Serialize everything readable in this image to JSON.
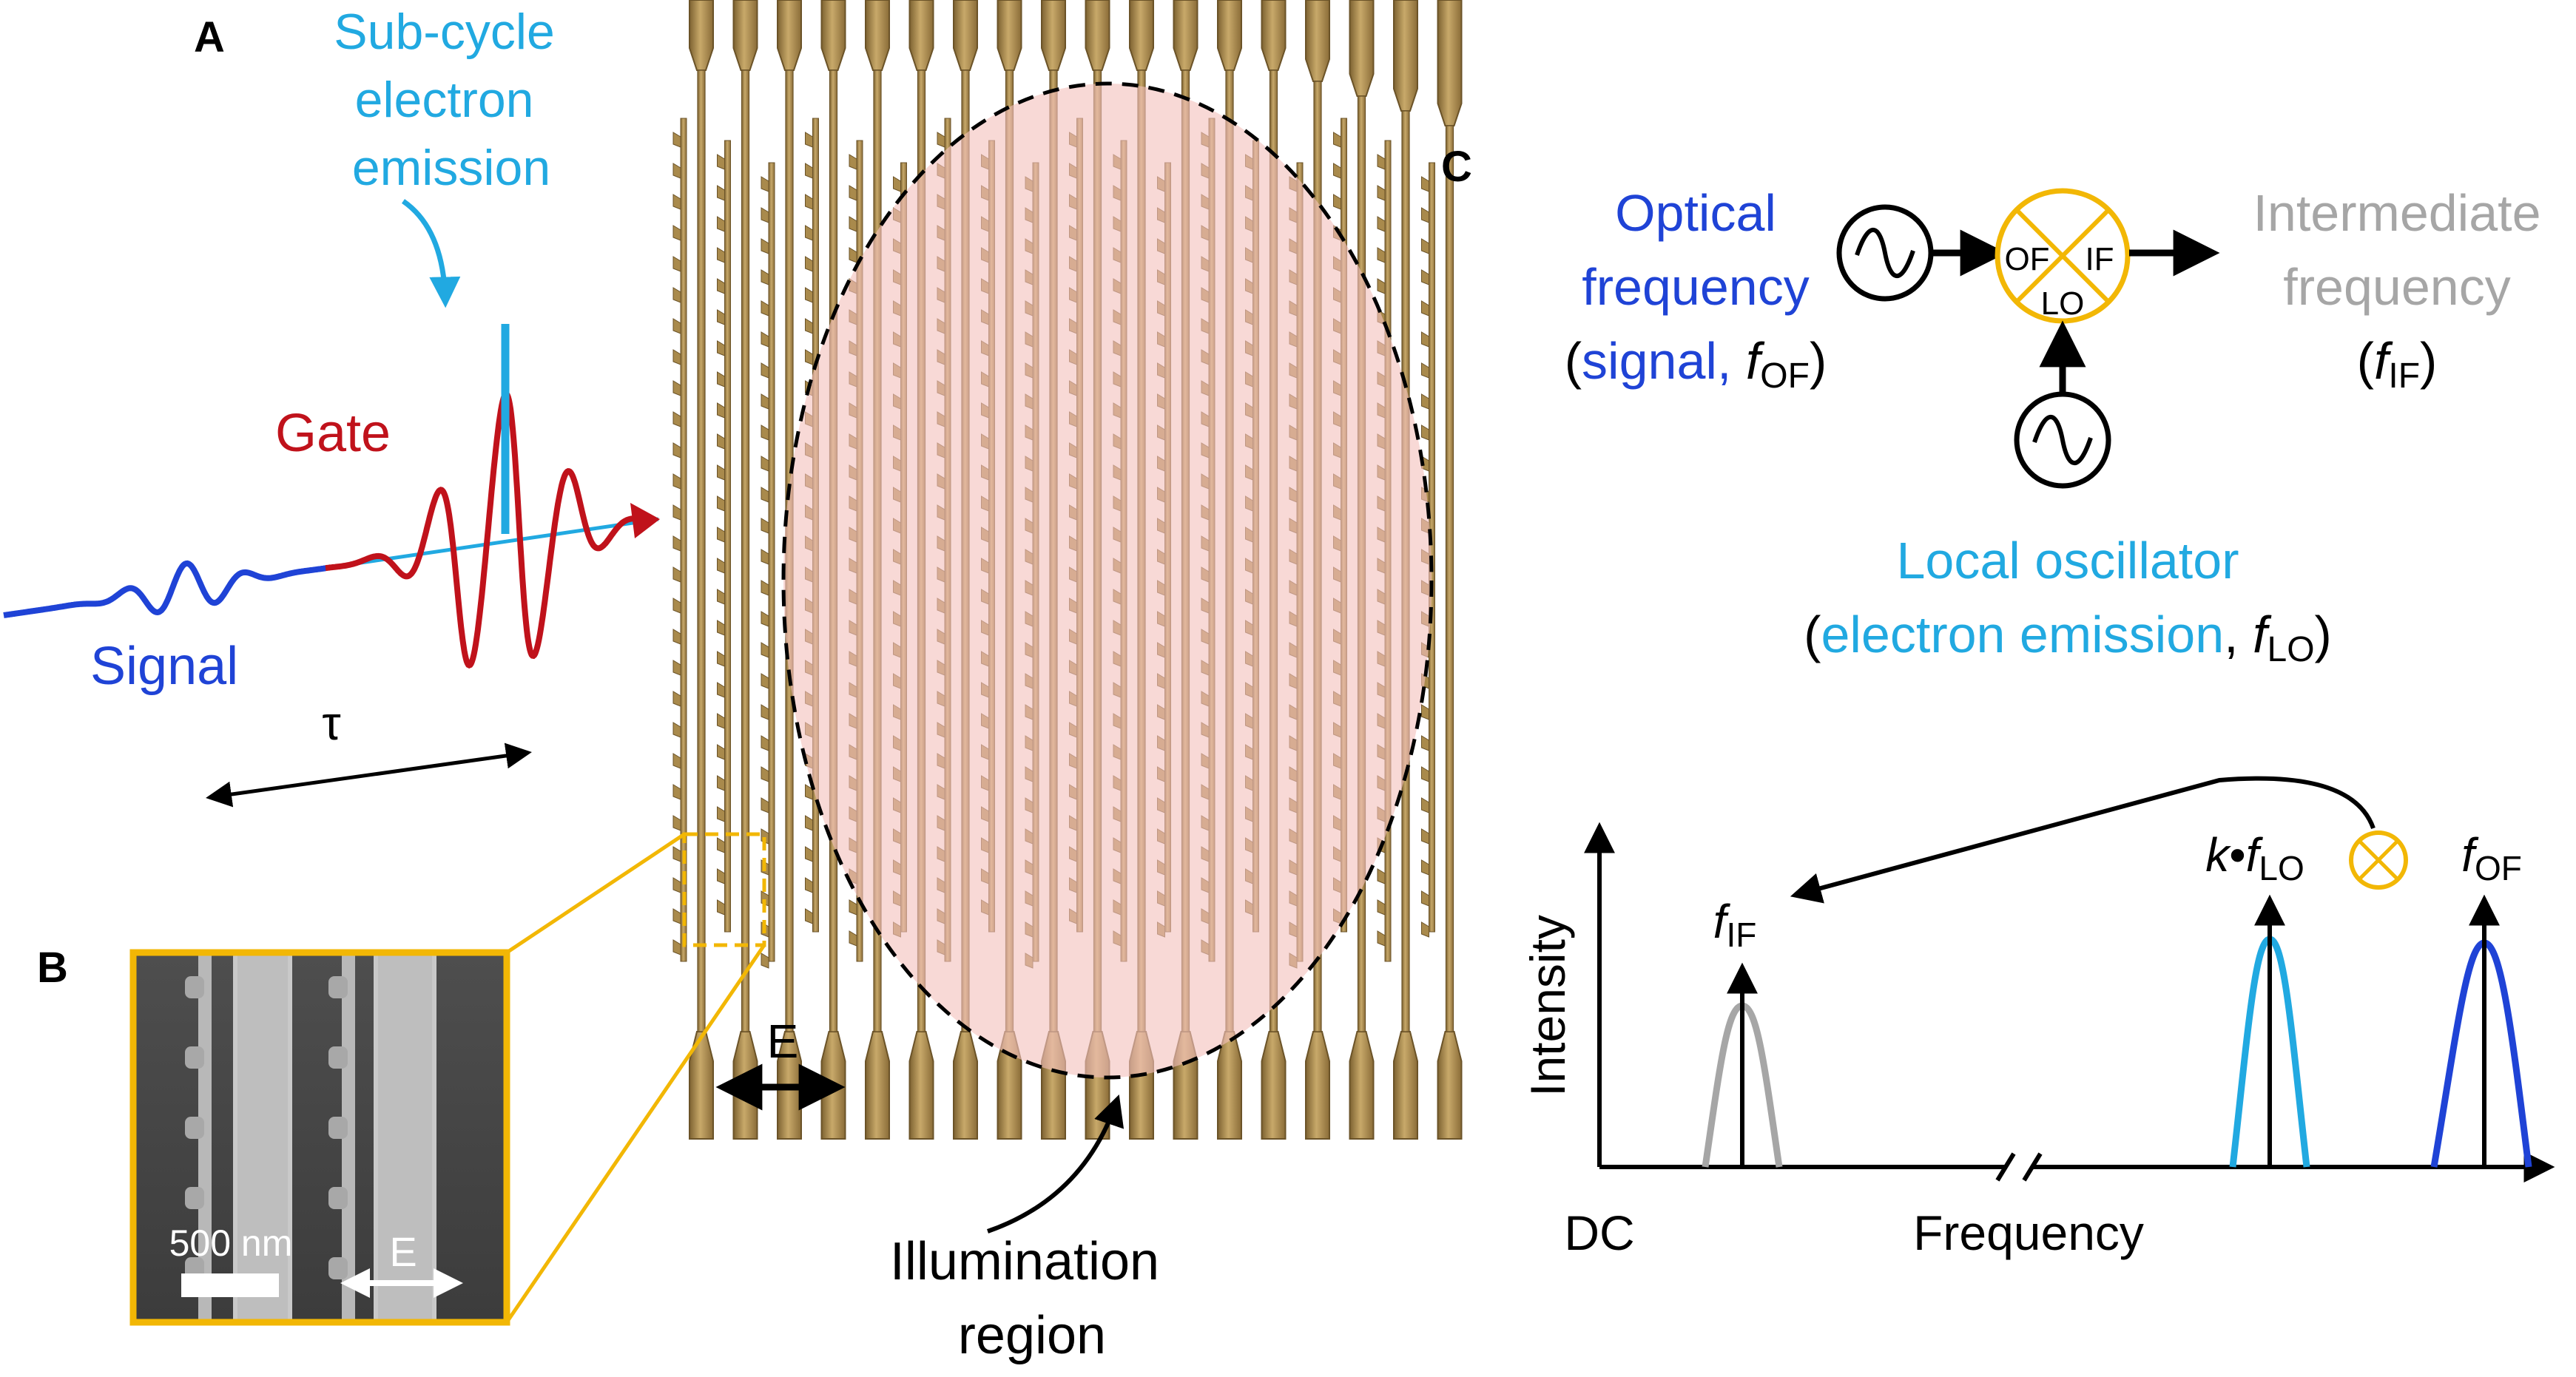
{
  "panel_a": {
    "label": "A",
    "emission_label": [
      "Sub-cycle",
      "electron",
      "emission"
    ],
    "gate_label": "Gate",
    "signal_label": "Signal",
    "delay_label": "τ",
    "field_label": "E",
    "illumination_label": [
      "Illumination",
      "region"
    ]
  },
  "panel_b": {
    "label": "B",
    "scale_bar_label": "500 nm",
    "field_label": "E"
  },
  "panel_c": {
    "label": "C",
    "mixer": {
      "optical": {
        "line1": "Optical",
        "line2": "frequency",
        "open": "(",
        "signal_word": "signal, ",
        "f": "f",
        "sub": "OF",
        "close": ")"
      },
      "intermediate": {
        "line1": "Intermediate",
        "line2": "frequency",
        "open": "(",
        "f": "f",
        "sub": "IF",
        "close": ")"
      },
      "local": {
        "line1": "Local oscillator",
        "open": "(",
        "emission_word": "electron emission",
        "comma": ", ",
        "f": "f",
        "sub": "LO",
        "close": ")"
      },
      "ports": {
        "of": "OF",
        "if": "IF",
        "lo": "LO"
      }
    },
    "spectrum": {
      "ylabel": "Intensity",
      "dc_label": "DC",
      "xlabel": "Frequency",
      "peaks": [
        {
          "name": "IF",
          "label_f": "f",
          "label_sub": "IF",
          "color": "#a6a6a6"
        },
        {
          "name": "LO",
          "label_k": "k",
          "label_dot": "•",
          "label_f": "f",
          "label_sub": "LO",
          "color": "#21a9e1"
        },
        {
          "name": "OF",
          "label_f": "f",
          "label_sub": "OF",
          "color": "#1f43d6"
        }
      ]
    }
  },
  "colors": {
    "signal_blue": "#1f43d6",
    "emission_cyan": "#21a9e1",
    "gate_red": "#c0121b",
    "gold": "#a98a4c",
    "mixer_yellow": "#f2b705",
    "illumination_pink": "#f3c2bd",
    "gray_text": "#a6a6a6"
  }
}
